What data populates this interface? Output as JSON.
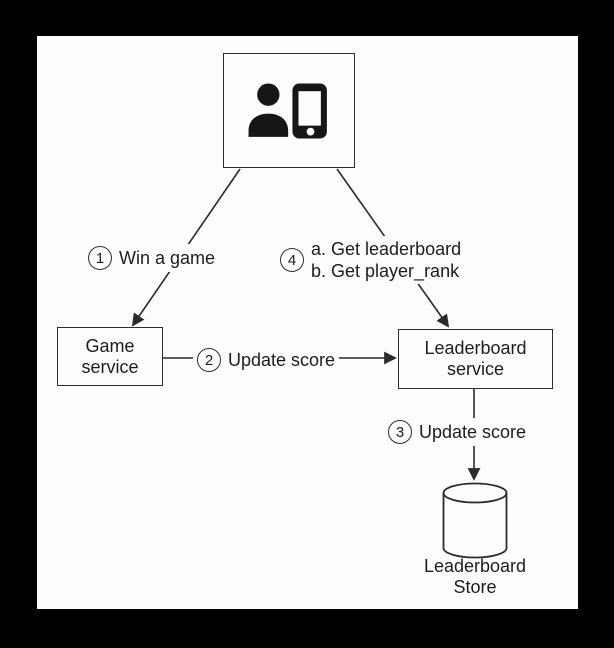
{
  "colors": {
    "canvas_background": "#000000",
    "page_background": "#fdfdfd",
    "line": "#2b2b2b",
    "text": "#1d1d1d"
  },
  "client_box": {
    "icons": [
      "person",
      "smartphone"
    ]
  },
  "nodes": {
    "game_service": {
      "line1": "Game",
      "line2": "service"
    },
    "leaderboard_service": {
      "line1": "Leaderboard",
      "line2": "service"
    },
    "leaderboard_store": {
      "line1": "Leaderboard",
      "line2": "Store"
    }
  },
  "edges": {
    "win_a_game": {
      "step": "1",
      "label": "Win a game"
    },
    "update_score_to_service": {
      "step": "2",
      "label": "Update score"
    },
    "update_score_to_store": {
      "step": "3",
      "label": "Update score"
    },
    "get_leaderboard": {
      "step": "4",
      "label_a": "a. Get leaderboard",
      "label_b": "b. Get player_rank"
    }
  }
}
